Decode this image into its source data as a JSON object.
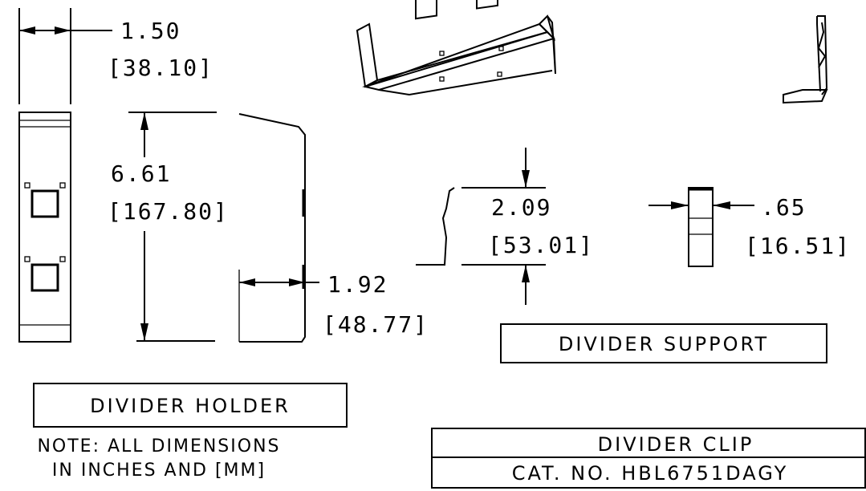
{
  "holder": {
    "width_in": "1.50",
    "width_mm": "[38.10]",
    "height_in": "6.61",
    "height_mm": "[167.80]",
    "flange_in": "1.92",
    "flange_mm": "[48.77]",
    "label": "DIVIDER HOLDER"
  },
  "support": {
    "height_in": "2.09",
    "height_mm": "[53.01]",
    "width_in": ".65",
    "width_mm": "[16.51]",
    "label": "DIVIDER SUPPORT"
  },
  "note": {
    "line1": "NOTE: ALL DIMENSIONS",
    "line2": "IN INCHES AND [MM]"
  },
  "title_block": {
    "name": "DIVIDER CLIP",
    "catalog": "CAT. NO. HBL6751DAGY"
  }
}
